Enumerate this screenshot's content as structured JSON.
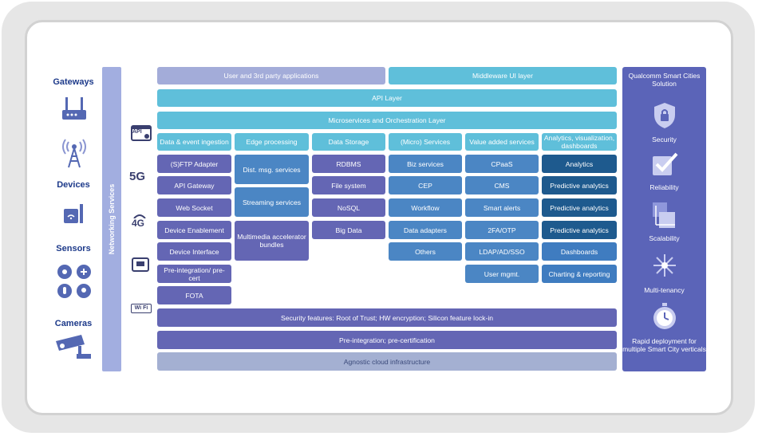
{
  "left": {
    "gateways": "Gateways",
    "devices": "Devices",
    "sensors": "Sensors",
    "cameras": "Cameras"
  },
  "networking": "Networking Services",
  "network_icons": {
    "api": "API",
    "g5": "5G",
    "g4": "4G",
    "wifi": "Wi Fi"
  },
  "top": {
    "user_apps": "User and 3rd party applications",
    "middleware": "Middleware UI layer",
    "api_layer": "API Layer",
    "microservices": "Microservices and Orchestration Layer"
  },
  "columns": [
    {
      "header": "Data & event ingestion",
      "items": [
        "(S)FTP Adapter",
        "API Gateway",
        "Web Socket",
        "Device Enablement",
        "Device Interface",
        "Pre-integration/ pre-cert",
        "FOTA"
      ]
    },
    {
      "header": "Edge processing",
      "items": [
        "Dist. msg. services",
        "Streaming services",
        "Multimedia accelerator bundles"
      ]
    },
    {
      "header": "Data Storage",
      "items": [
        "RDBMS",
        "File system",
        "NoSQL",
        "Big Data"
      ]
    },
    {
      "header": "(Micro) Services",
      "items": [
        "Biz services",
        "CEP",
        "Workflow",
        "Data adapters",
        "Others"
      ]
    },
    {
      "header": "Value added services",
      "items": [
        "CPaaS",
        "CMS",
        "Smart alerts",
        "2FA/OTP",
        "LDAP/AD/SSO",
        "User mgmt."
      ]
    },
    {
      "header": "Analytics, visualization, dashboards",
      "items": [
        "Analytics",
        "Predictive analytics",
        "Predictive analytics",
        "Predictive analytics",
        "Dashboards",
        "Charting & reporting"
      ]
    }
  ],
  "bottom": {
    "security": "Security features: Root of Trust; HW encryption; Silicon feature lock-in",
    "preint": "Pre-integration; pre-certification",
    "cloud": "Agnostic cloud infrastructure"
  },
  "right": {
    "title": "Qualcomm Smart Cities Solution",
    "items": [
      "Security",
      "Reliability",
      "Scalability",
      "Multi-tenancy",
      "Rapid deployment for multiple  Smart City verticals"
    ]
  },
  "colors": {
    "lavender": "#a3acd9",
    "teal": "#5fbfda",
    "blue": "#4b86c4",
    "purple": "#6466b4",
    "navy": "#1e5a8e",
    "panel": "#5b64b8"
  }
}
